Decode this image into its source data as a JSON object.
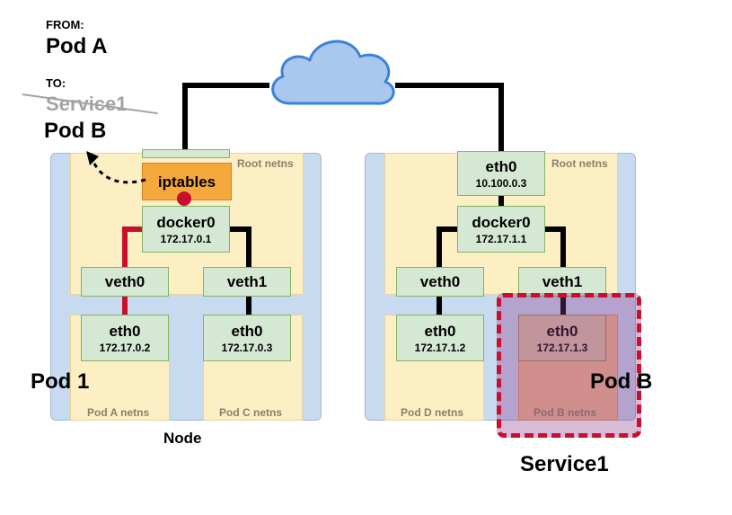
{
  "route": {
    "from_label": "FROM:",
    "from_value": "Pod A",
    "to_label": "TO:",
    "to_struck": "Service1",
    "to_value": "Pod B"
  },
  "node1": {
    "root_netns_label": "Root netns",
    "iptables_label": "iptables",
    "docker0": {
      "name": "docker0",
      "ip": "172.17.0.1"
    },
    "veth0": {
      "name": "veth0"
    },
    "veth1": {
      "name": "veth1"
    },
    "pod_a": {
      "eth_name": "eth0",
      "ip": "172.17.0.2",
      "netns_label": "Pod A netns"
    },
    "pod_c": {
      "eth_name": "eth0",
      "ip": "172.17.0.3",
      "netns_label": "Pod C netns"
    },
    "pod_label": "Pod 1",
    "caption": "Node"
  },
  "node2": {
    "root_netns_label": "Root netns",
    "eth0": {
      "name": "eth0",
      "ip": "10.100.0.3"
    },
    "docker0": {
      "name": "docker0",
      "ip": "172.17.1.1"
    },
    "veth0": {
      "name": "veth0"
    },
    "veth1": {
      "name": "veth1"
    },
    "pod_d": {
      "eth_name": "eth0",
      "ip": "172.17.1.2",
      "netns_label": "Pod D netns"
    },
    "pod_b": {
      "eth_name": "eth0",
      "ip": "172.17.1.3",
      "netns_label": "Pod B netns"
    },
    "pod_label": "Pod B",
    "service_label": "Service1"
  },
  "colors": {
    "node_bg": "#c8daf0",
    "netns_bg": "#fdefc4",
    "iface_bg": "#d5e8d4",
    "iptables_bg": "#f5a83c",
    "highlight_path": "#c8102e",
    "service_border": "#c8102e",
    "cloud": "#aac8ef"
  },
  "icons": {
    "cloud": "cloud-icon"
  }
}
